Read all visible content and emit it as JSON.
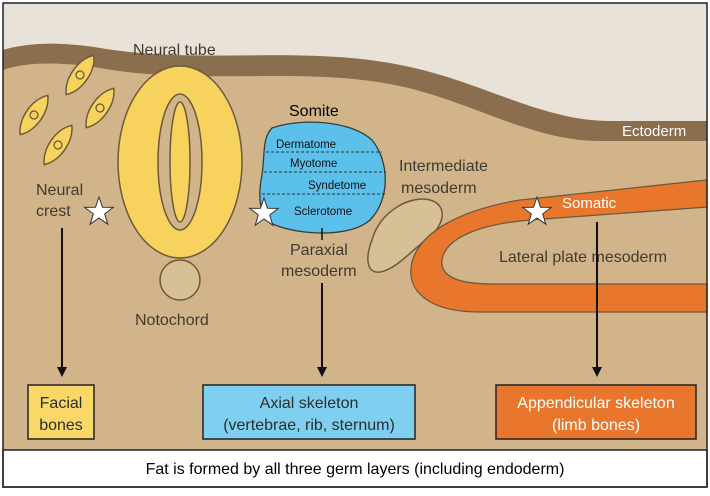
{
  "colors": {
    "background": "#d2b48a",
    "ectoderm": "#8a6e4d",
    "neural_yellow": "#f7d25d",
    "somite_blue": "#5bc0ea",
    "lateral_orange": "#e8772d",
    "notochord": "#d7bf96",
    "axial_box": "#7fd0f0",
    "facial_box": "#f9d868",
    "appendicular_box": "#e8772d"
  },
  "labels": {
    "neural_tube": "Neural tube",
    "neural_crest_line1": "Neural",
    "neural_crest_line2": "crest",
    "notochord": "Notochord",
    "somite": "Somite",
    "dermatome": "Dermatome",
    "myotome": "Myotome",
    "syndetome": "Syndetome",
    "sclerotome": "Sclerotome",
    "paraxial_line1": "Paraxial",
    "paraxial_line2": "mesoderm",
    "intermediate_line1": "Intermediate",
    "intermediate_line2": "mesoderm",
    "ectoderm": "Ectoderm",
    "somatic": "Somatic",
    "lateral_plate": "Lateral plate mesoderm"
  },
  "boxes": {
    "facial_line1": "Facial",
    "facial_line2": "bones",
    "axial_line1": "Axial skeleton",
    "axial_line2": "(vertebrae, rib, sternum)",
    "appendicular_line1": "Appendicular skeleton",
    "appendicular_line2": "(limb bones)"
  },
  "footer": "Fat is formed by all three germ layers (including endoderm)"
}
